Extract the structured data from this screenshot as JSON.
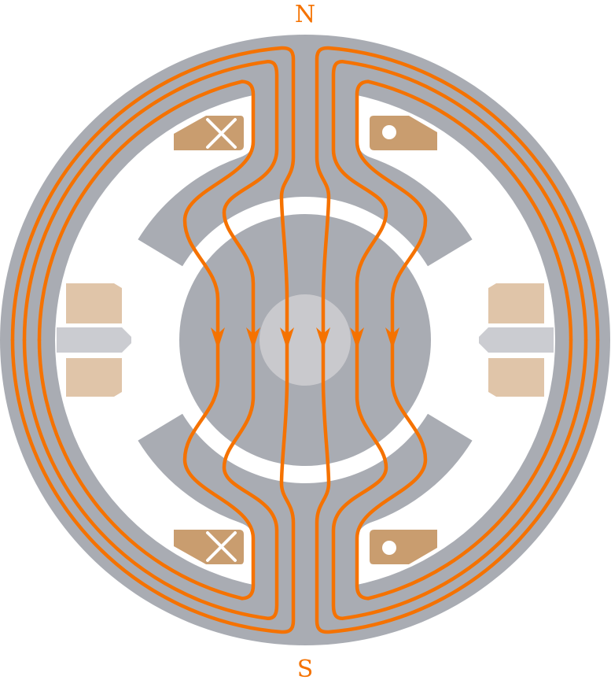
{
  "labels": {
    "north": "N",
    "south": "S"
  },
  "colors": {
    "stator": "#a9acb3",
    "rotor": "#a9acb3",
    "hub": "#c9c9cd",
    "flux_line": "#f57200",
    "coil": "#c99d6f",
    "brush": "#e0c5a9",
    "commutator": "#cbccd1",
    "label": "#f57200"
  },
  "icons": {
    "coil_into_page": "cross-mark",
    "coil_out_of_page": "dot-mark"
  }
}
